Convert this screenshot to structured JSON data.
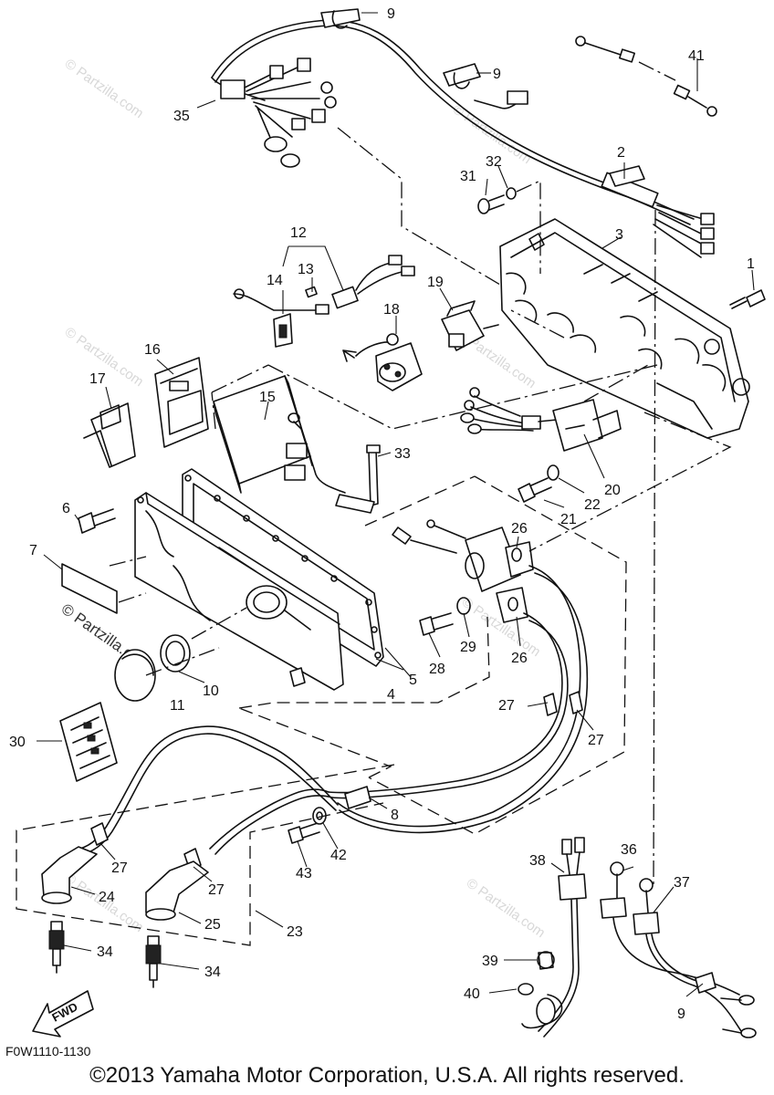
{
  "diagram": {
    "code": "F0W1110-1130",
    "copyright": "©2013 Yamaha Motor Corporation, U.S.A. All rights reserved.",
    "fwd_label": "FWD",
    "watermarks": {
      "faint": "© Partzilla.com",
      "strong": "© Partzilla.com"
    },
    "callouts": {
      "c1": "1",
      "c2": "2",
      "c3": "3",
      "c4": "4",
      "c5": "5",
      "c6": "6",
      "c7": "7",
      "c8": "8",
      "c9a": "9",
      "c9b": "9",
      "c9c": "9",
      "c10": "10",
      "c11": "11",
      "c12": "12",
      "c13": "13",
      "c14": "14",
      "c15": "15",
      "c16": "16",
      "c17": "17",
      "c18": "18",
      "c19": "19",
      "c20": "20",
      "c21": "21",
      "c22": "22",
      "c23": "23",
      "c24": "24",
      "c25": "25",
      "c26a": "26",
      "c26b": "26",
      "c27a": "27",
      "c27b": "27",
      "c27c": "27",
      "c27d": "27",
      "c28": "28",
      "c29": "29",
      "c30": "30",
      "c31": "31",
      "c32": "32",
      "c33": "33",
      "c34a": "34",
      "c34b": "34",
      "c35": "35",
      "c36": "36",
      "c37": "37",
      "c38": "38",
      "c39": "39",
      "c40": "40",
      "c41": "41",
      "c42": "42",
      "c43": "43"
    }
  }
}
